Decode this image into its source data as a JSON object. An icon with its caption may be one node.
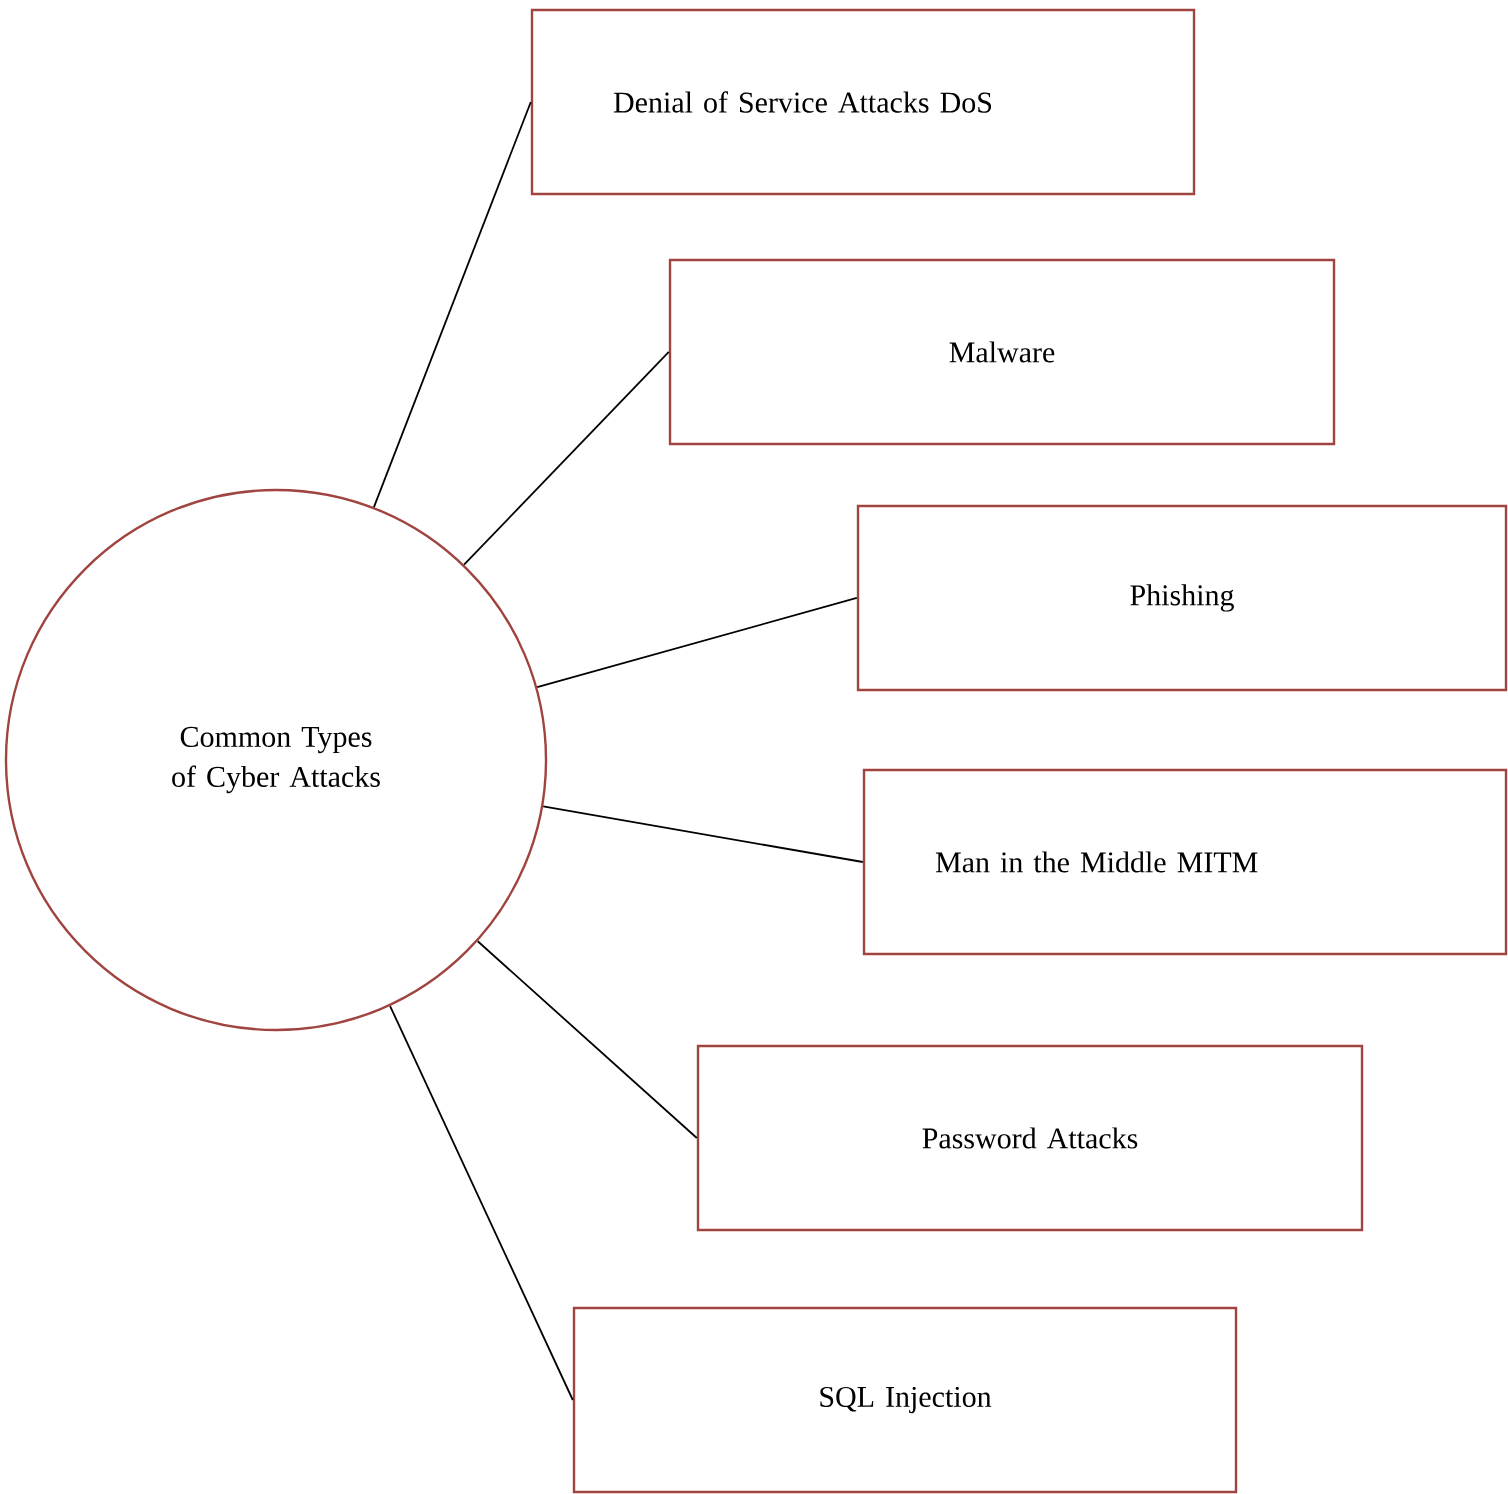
{
  "diagram": {
    "nodes": [
      {
        "text": [
          "Common Types of Cyber Attacks"
        ]
      },
      {
        "text": [
          "Denial of Service Attacks DoS"
        ]
      },
      {
        "text": [
          "Malware"
        ]
      },
      {
        "text": [
          "Phishing"
        ]
      },
      {
        "text": [
          "Man in the Middle MITM"
        ]
      },
      {
        "text": [
          "Password Attacks"
        ]
      },
      {
        "text": [
          "SQL Injection"
        ]
      }
    ],
    "edges": [
      {
        "from": 0,
        "to": 1,
        "arrow": "none"
      },
      {
        "from": 0,
        "to": 2,
        "arrow": "none"
      },
      {
        "from": 0,
        "to": 3,
        "arrow": "none"
      },
      {
        "from": 0,
        "to": 4,
        "arrow": "none"
      },
      {
        "from": 0,
        "to": 5,
        "arrow": "none"
      },
      {
        "from": 0,
        "to": 6,
        "arrow": "none"
      }
    ]
  }
}
